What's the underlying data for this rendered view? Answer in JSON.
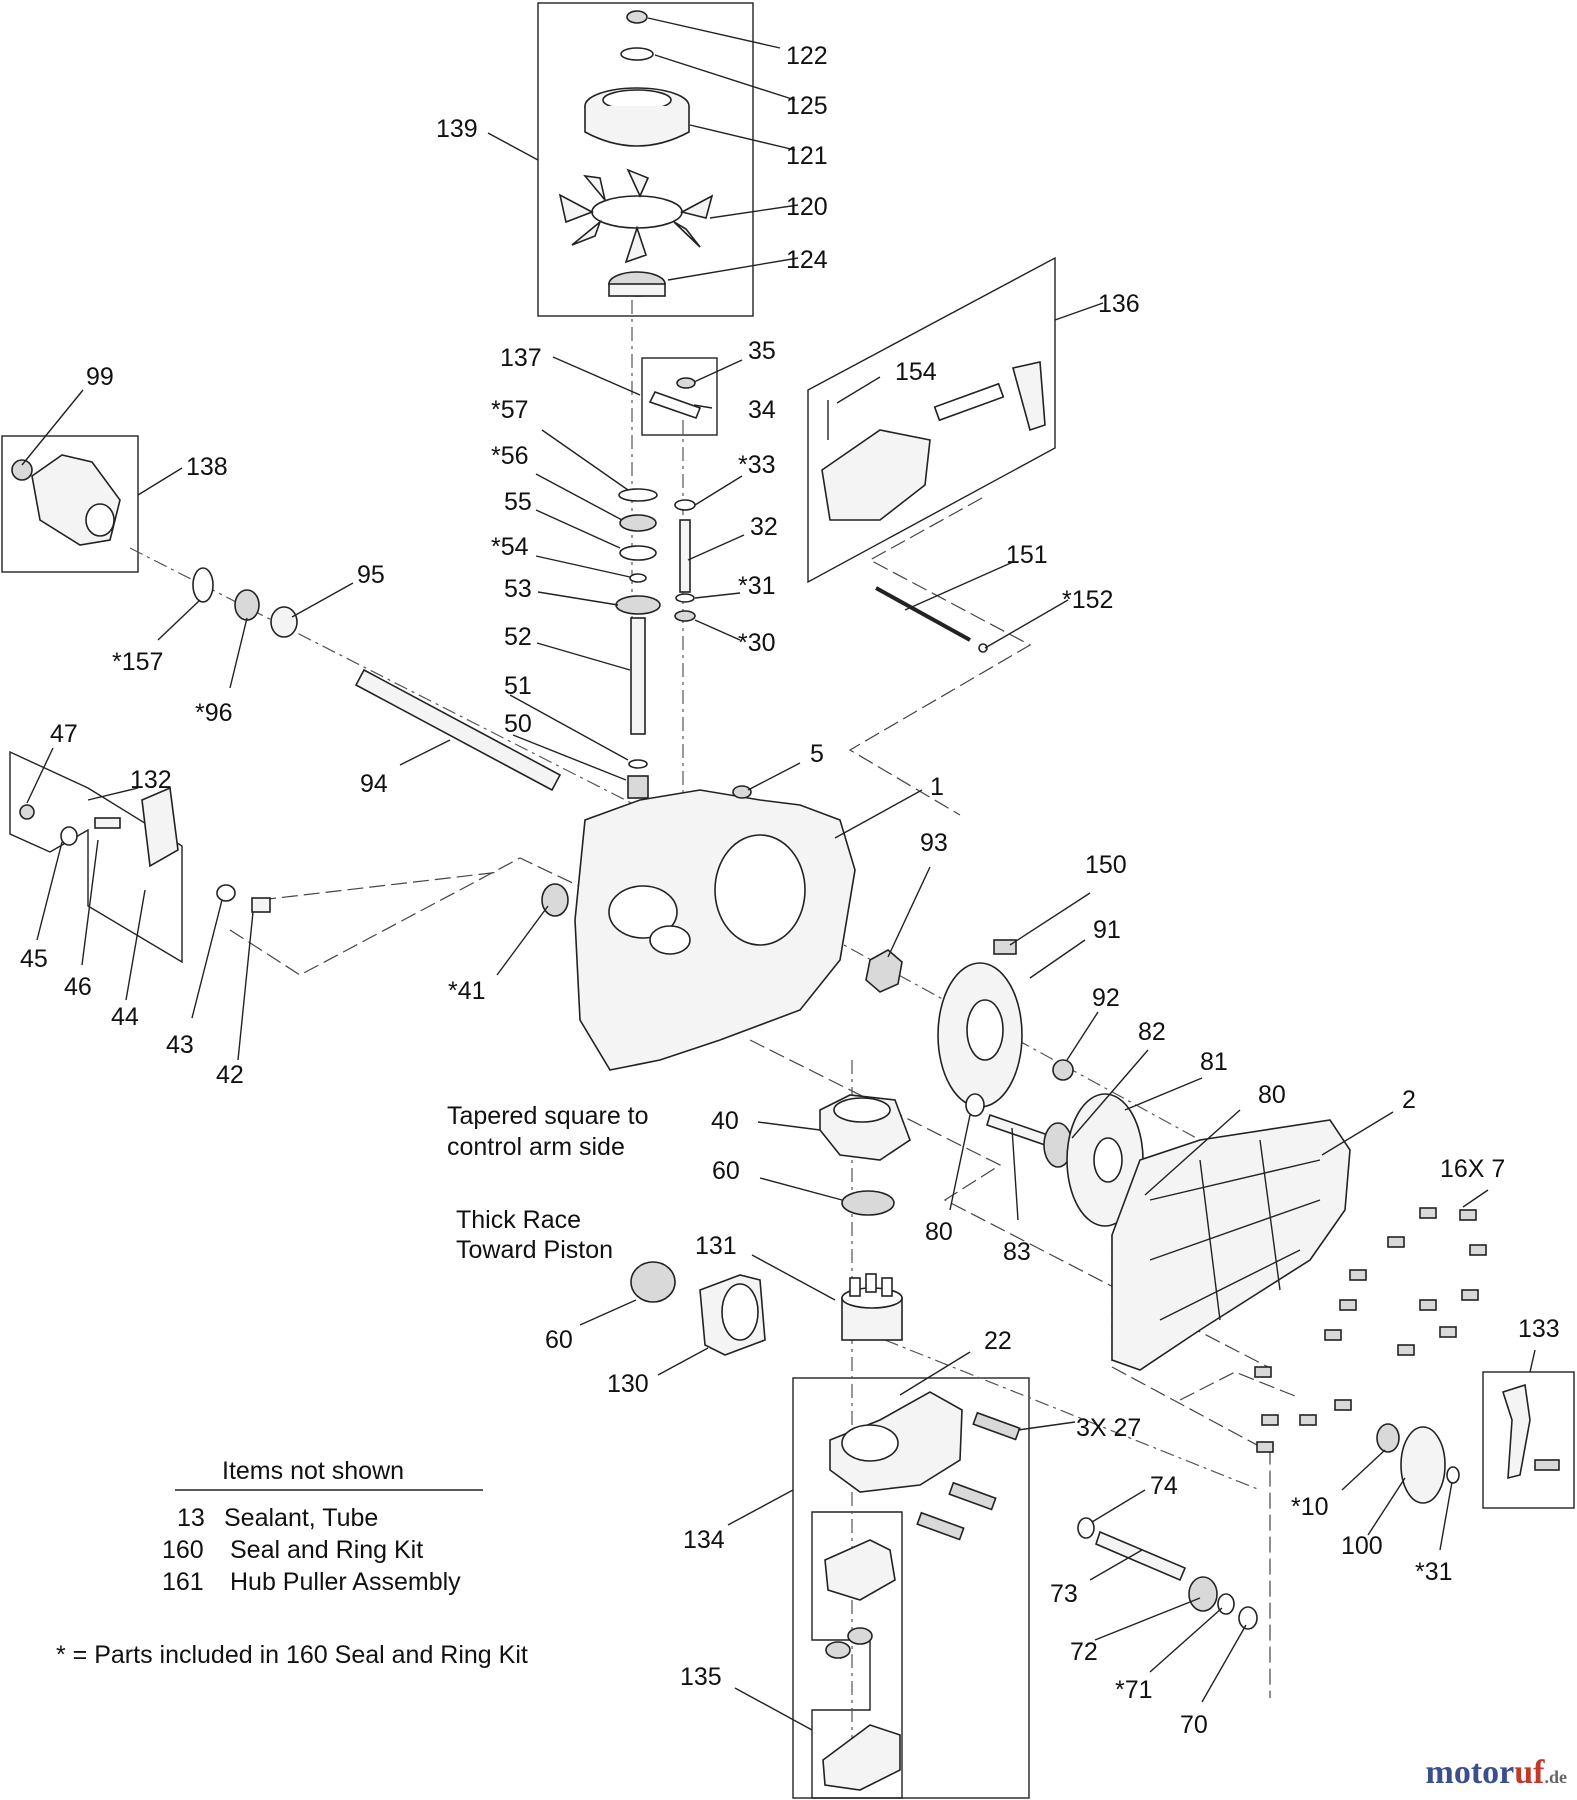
{
  "labels": {
    "l122": "122",
    "l125": "125",
    "l121": "121",
    "l120": "120",
    "l124": "124",
    "l139": "139",
    "l136": "136",
    "l154": "154",
    "l137": "137",
    "l35": "35",
    "l34": "34",
    "l99": "99",
    "l138": "138",
    "l57": "*57",
    "l56": "*56",
    "l55": "55",
    "l54": "*54",
    "l53": "53",
    "l52": "52",
    "l51": "51",
    "l50": "50",
    "l33": "*33",
    "l32": "32",
    "l31a": "*31",
    "l30": "*30",
    "l151": "151",
    "l152": "*152",
    "l95": "95",
    "l157": "*157",
    "l96": "*96",
    "l94": "94",
    "l47": "47",
    "l132": "132",
    "l45": "45",
    "l46": "46",
    "l44": "44",
    "l43": "43",
    "l42": "42",
    "l41": "*41",
    "l5": "5",
    "l1": "1",
    "l93": "93",
    "l150": "150",
    "l91": "91",
    "l92": "92",
    "l82": "82",
    "l81": "81",
    "l80a": "80",
    "l80b": "80",
    "l83": "83",
    "l2": "2",
    "l7": "16X  7",
    "l40": "40",
    "l60a": "60",
    "l60b": "60",
    "l131": "131",
    "l130": "130",
    "l22": "22",
    "l27": "3X  27",
    "l133": "133",
    "l74": "74",
    "l10": "*10",
    "l100": "100",
    "l31b": "*31",
    "l134": "134",
    "l73": "73",
    "l72": "72",
    "l71": "*71",
    "l70": "70",
    "l135": "135"
  },
  "notes": {
    "tapered_1": "Tapered square to",
    "tapered_2": "control arm side",
    "thick_1": "Thick Race",
    "thick_2": "Toward Piston"
  },
  "items_not_shown": {
    "title": "Items not shown",
    "rows": [
      {
        "num": "13",
        "desc": "Sealant, Tube"
      },
      {
        "num": "160",
        "desc": "Seal and Ring Kit"
      },
      {
        "num": "161",
        "desc": "Hub Puller Assembly"
      }
    ],
    "footnote": "* = Parts included in 160 Seal and Ring Kit"
  },
  "watermark": {
    "main": "motor",
    "accent": "uf",
    "tld": ".de"
  }
}
